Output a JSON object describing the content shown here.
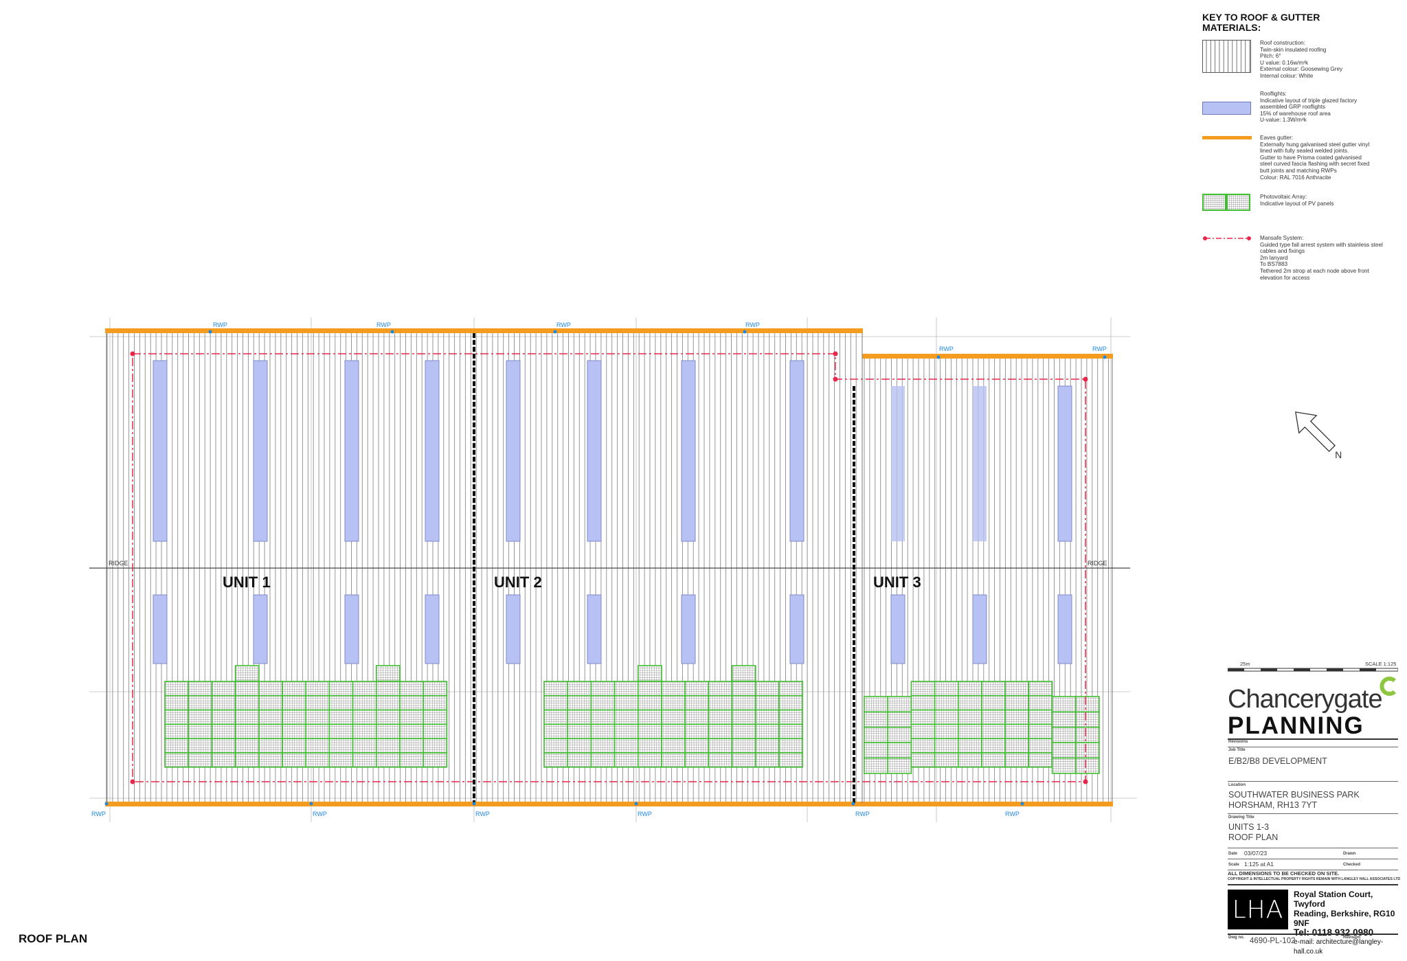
{
  "drawing": {
    "labels": {
      "unit1": "UNIT 1",
      "unit2": "UNIT 2",
      "unit3": "UNIT 3",
      "ridge": "RIDGE",
      "rwp": "RWP",
      "roof_plan": "ROOF PLAN",
      "north": "N"
    },
    "colors": {
      "gutter": "#f39c1f",
      "rooflight": "#b7c1f3",
      "rooflight_stroke": "#7f89c9",
      "pv_outline": "#3fbf2f",
      "mansafe": "#e8264a",
      "rwp": "#1e88e5",
      "roof_line": "#8a8a8a"
    }
  },
  "key": {
    "title": "KEY TO ROOF & GUTTER\nMATERIALS:",
    "items": [
      {
        "icon": "roof-construction-swatch",
        "text": "Roof construction:\nTwin-skin insulated roofing\nPitch:                  6°\nU value:              0.16w/m²k\nExternal colour:    Goosewing Grey\nInternal colour:     White"
      },
      {
        "icon": "rooflight-swatch",
        "text": "Rooflights:\nIndicative layout of triple glazed factory\nassembled GRP rooflights\n15% of warehouse roof area\nU-value:        1.3W/m²k"
      },
      {
        "icon": "eaves-gutter-swatch",
        "text": "Eaves gutter:\nExternally hung galvanised steel gutter vinyl\nlined with fully sealed welded joints.\nGutter to have Prisma coated galvanised\nsteel curved fascia flashing with secret fixed\nbutt joints and matching RWPs\nColour:         RAL 7016 Anthracite"
      },
      {
        "icon": "pv-array-swatch",
        "text": "Photovoltaic Array:\nIndicative layout of PV panels"
      },
      {
        "icon": "mansafe-swatch",
        "text": "Mansafe System:\nGuided type fall arrest system with stainless steel\ncables and fixings\n2m lanyard\nTo BS7883\nTethered 2m strop at each node above front\nelevation for access"
      }
    ]
  },
  "title_block": {
    "scale_bar_left": "25m",
    "scale_bar_right": "SCALE 1:125",
    "brand": "Chancerygate",
    "brand_sub": "PLANNING",
    "revisions_label": "Revisions",
    "job_title_label": "Job Title",
    "job_title": "E/B2/B8 DEVELOPMENT",
    "location_label": "Location",
    "location": "SOUTHWATER BUSINESS PARK\nHORSHAM, RH13 7YT",
    "drawing_title_label": "Drawing Title",
    "drawing_title": "UNITS 1-3\nROOF PLAN",
    "date_label": "Date",
    "date": "03/07/23",
    "drawn_label": "Drawn",
    "scale_label": "Scale",
    "scale": "1:125 at A1",
    "checked_label": "Checked",
    "dimensions_note": "ALL DIMENSIONS TO BE CHECKED ON SITE.",
    "copyright_note": "COPYRIGHT & INTELLECTUAL PROPERTY RIGHTS REMAIN WITH LANGLEY HALL ASSOCIATES LTD",
    "lha_logo": "LHA",
    "address_line1": "Royal Station Court, Twyford",
    "address_line2": "Reading, Berkshire, RG10 9NF",
    "tel": "Tel: 0118 932 0980",
    "email": "e-mail: architecture@langley-hall.co.uk",
    "dwg_no_label": "Dwg no.",
    "dwg_no": "4690-PL-102",
    "revision_label": "Revision"
  }
}
